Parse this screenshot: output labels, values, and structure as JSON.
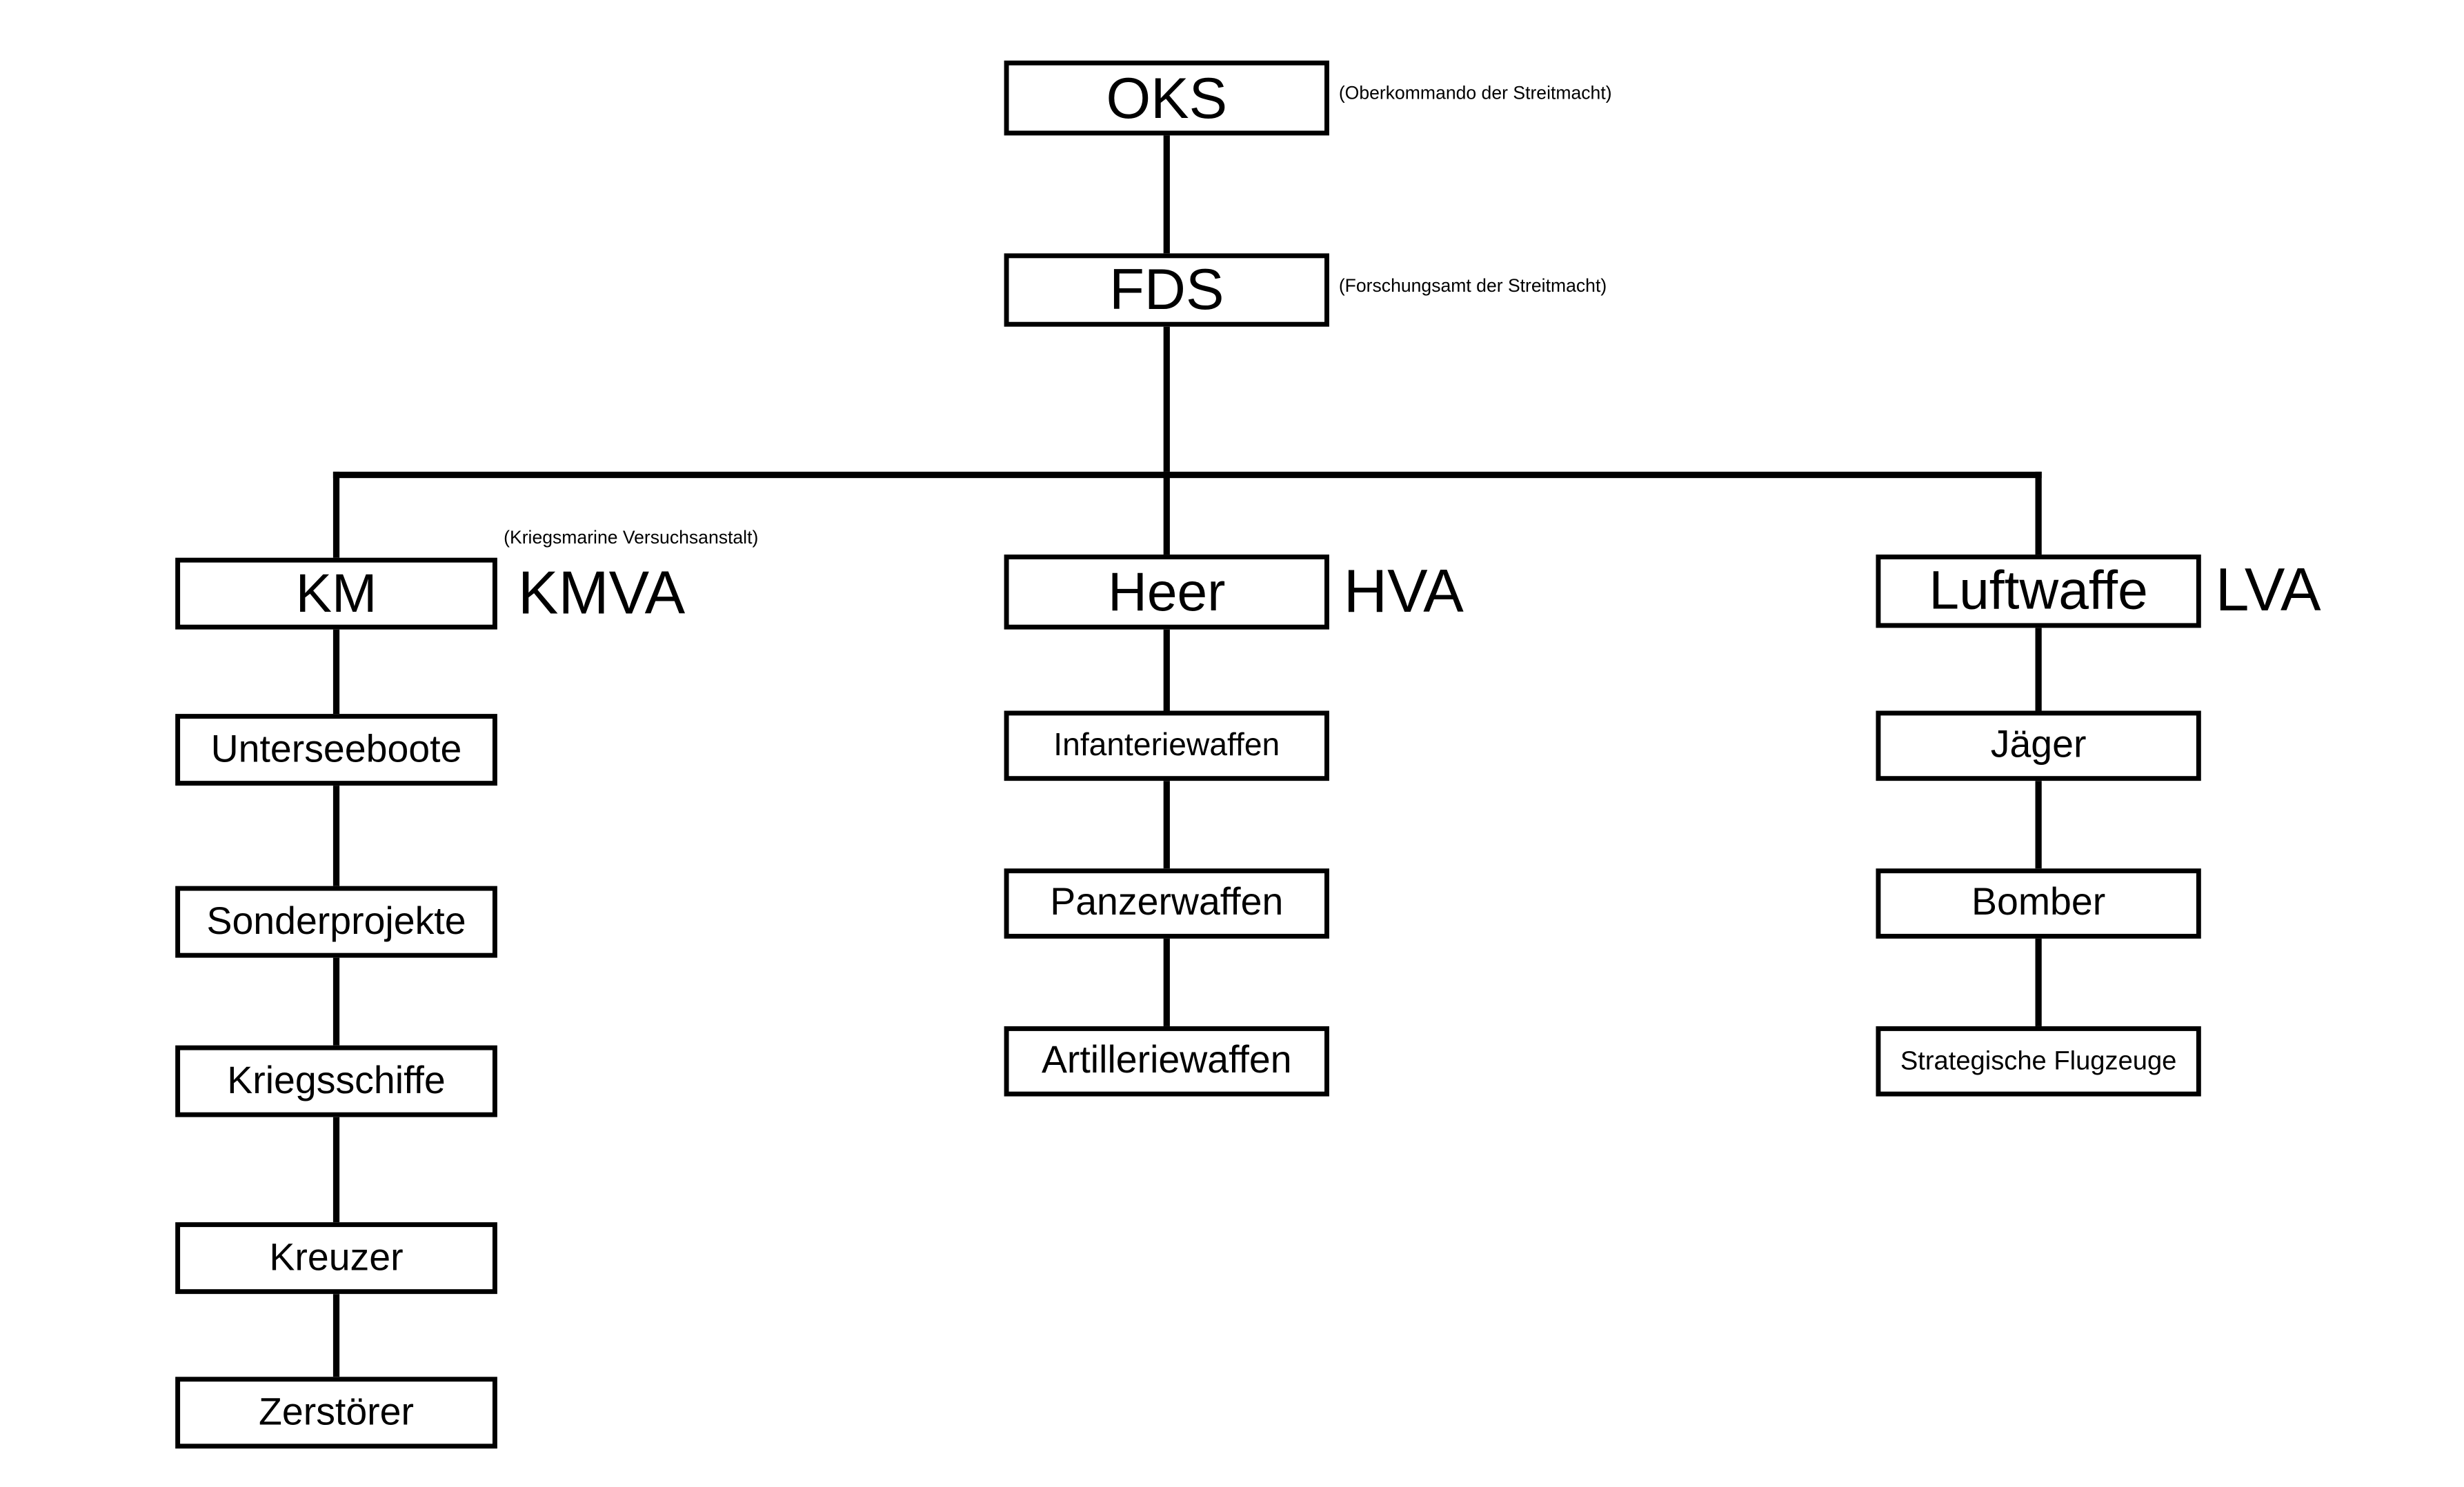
{
  "diagram": {
    "oks": {
      "label": "OKS",
      "annotation": "(Oberkommando der Streitmacht)"
    },
    "fds": {
      "label": "FDS",
      "annotation": "(Forschungsamt der Streitmacht)"
    },
    "branches": {
      "km": {
        "label": "KM",
        "acronym": "KMVA",
        "annotation": "(Kriegsmarine Versuchsanstalt)"
      },
      "heer": {
        "label": "Heer",
        "acronym": "HVA"
      },
      "luftwaffe": {
        "label": "Luftwaffe",
        "acronym": "LVA"
      }
    },
    "km_children": [
      "Unterseeboote",
      "Sonderprojekte",
      "Kriegsschiffe",
      "Kreuzer",
      "Zerstörer"
    ],
    "heer_children": [
      "Infanteriewaffen",
      "Panzerwaffen",
      "Artilleriewaffen"
    ],
    "luftwaffe_children": [
      "Jäger",
      "Bomber",
      "Strategische Flugzeuge"
    ],
    "colors": {
      "background": "#ffffff",
      "border": "#000000",
      "text": "#000000",
      "line": "#000000"
    }
  }
}
